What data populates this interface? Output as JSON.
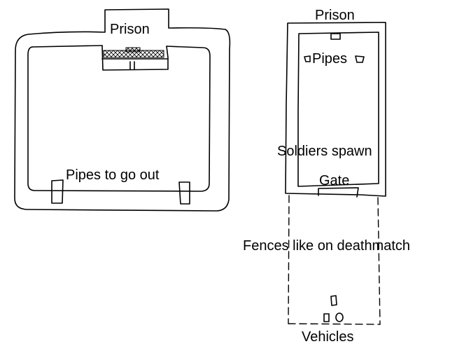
{
  "left_map": {
    "prison_label": "Prison",
    "pipes_label": "Pipes to go out"
  },
  "right_map": {
    "prison_label": "Prison",
    "pipes_label": "Pipes",
    "soldiers_label": "Soldiers spawn",
    "gate_label": "Gate",
    "fences_label": "Fences like on deathmatch",
    "vehicles_label": "Vehicles"
  }
}
